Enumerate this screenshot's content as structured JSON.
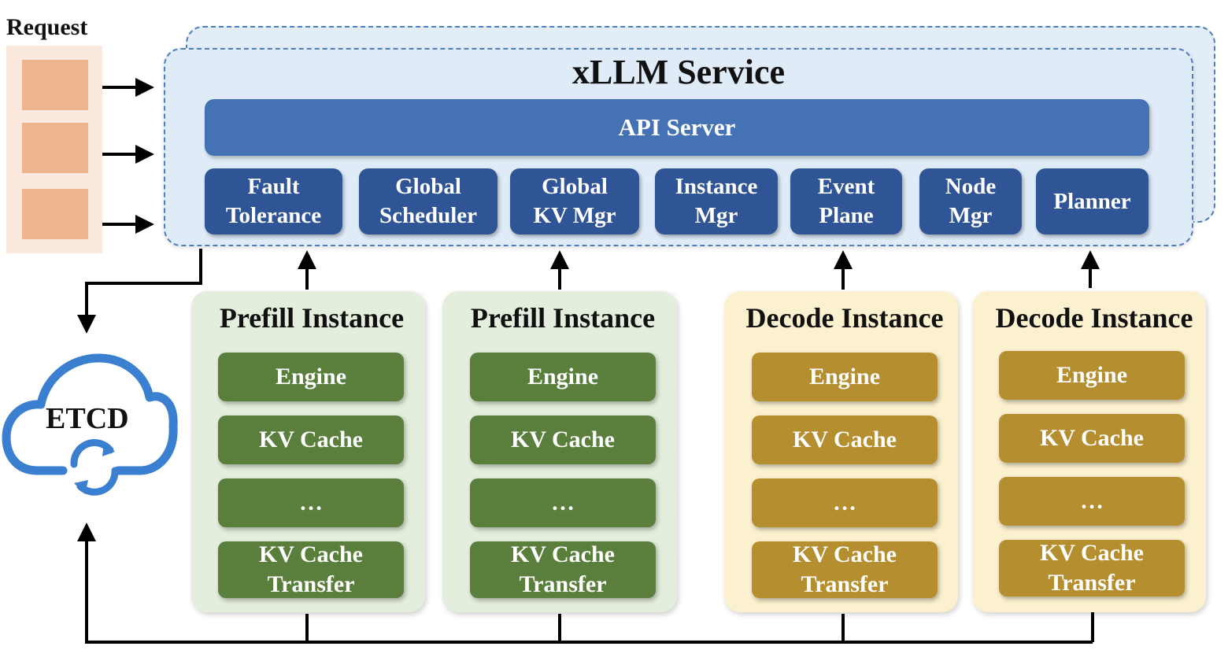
{
  "request": {
    "title": "Request"
  },
  "service": {
    "title": "xLLM Service",
    "api_server": "API Server",
    "components": [
      {
        "line1": "Fault",
        "line2": "Tolerance"
      },
      {
        "line1": "Global",
        "line2": "Scheduler"
      },
      {
        "line1": "Global",
        "line2": "KV Mgr"
      },
      {
        "line1": "Instance",
        "line2": "Mgr"
      },
      {
        "line1": "Event",
        "line2": "Plane"
      },
      {
        "line1": "Node",
        "line2": "Mgr"
      },
      {
        "line1": "Planner",
        "line2": ""
      }
    ]
  },
  "instances": [
    {
      "title": "Prefill Instance",
      "kind": "prefill",
      "blocks": [
        "Engine",
        "KV Cache",
        "…"
      ],
      "transfer": {
        "line1": "KV Cache",
        "line2": "Transfer"
      }
    },
    {
      "title": "Prefill Instance",
      "kind": "prefill",
      "blocks": [
        "Engine",
        "KV Cache",
        "…"
      ],
      "transfer": {
        "line1": "KV Cache",
        "line2": "Transfer"
      }
    },
    {
      "title": "Decode Instance",
      "kind": "decode",
      "blocks": [
        "Engine",
        "KV Cache",
        "…"
      ],
      "transfer": {
        "line1": "KV Cache",
        "line2": "Transfer"
      }
    },
    {
      "title": "Decode Instance",
      "kind": "decode",
      "blocks": [
        "Engine",
        "KV Cache",
        "…"
      ],
      "transfer": {
        "line1": "KV Cache",
        "line2": "Transfer"
      }
    }
  ],
  "etcd": {
    "label": "ETCD",
    "icon": "cloud-sync-icon"
  },
  "colors": {
    "service_border": "#4f7eb8",
    "api_server": "#4472b5",
    "component": "#2f5597",
    "prefill_block": "#5a7f3c",
    "decode_block": "#b48e2f",
    "cloud": "#3a7fd0"
  }
}
